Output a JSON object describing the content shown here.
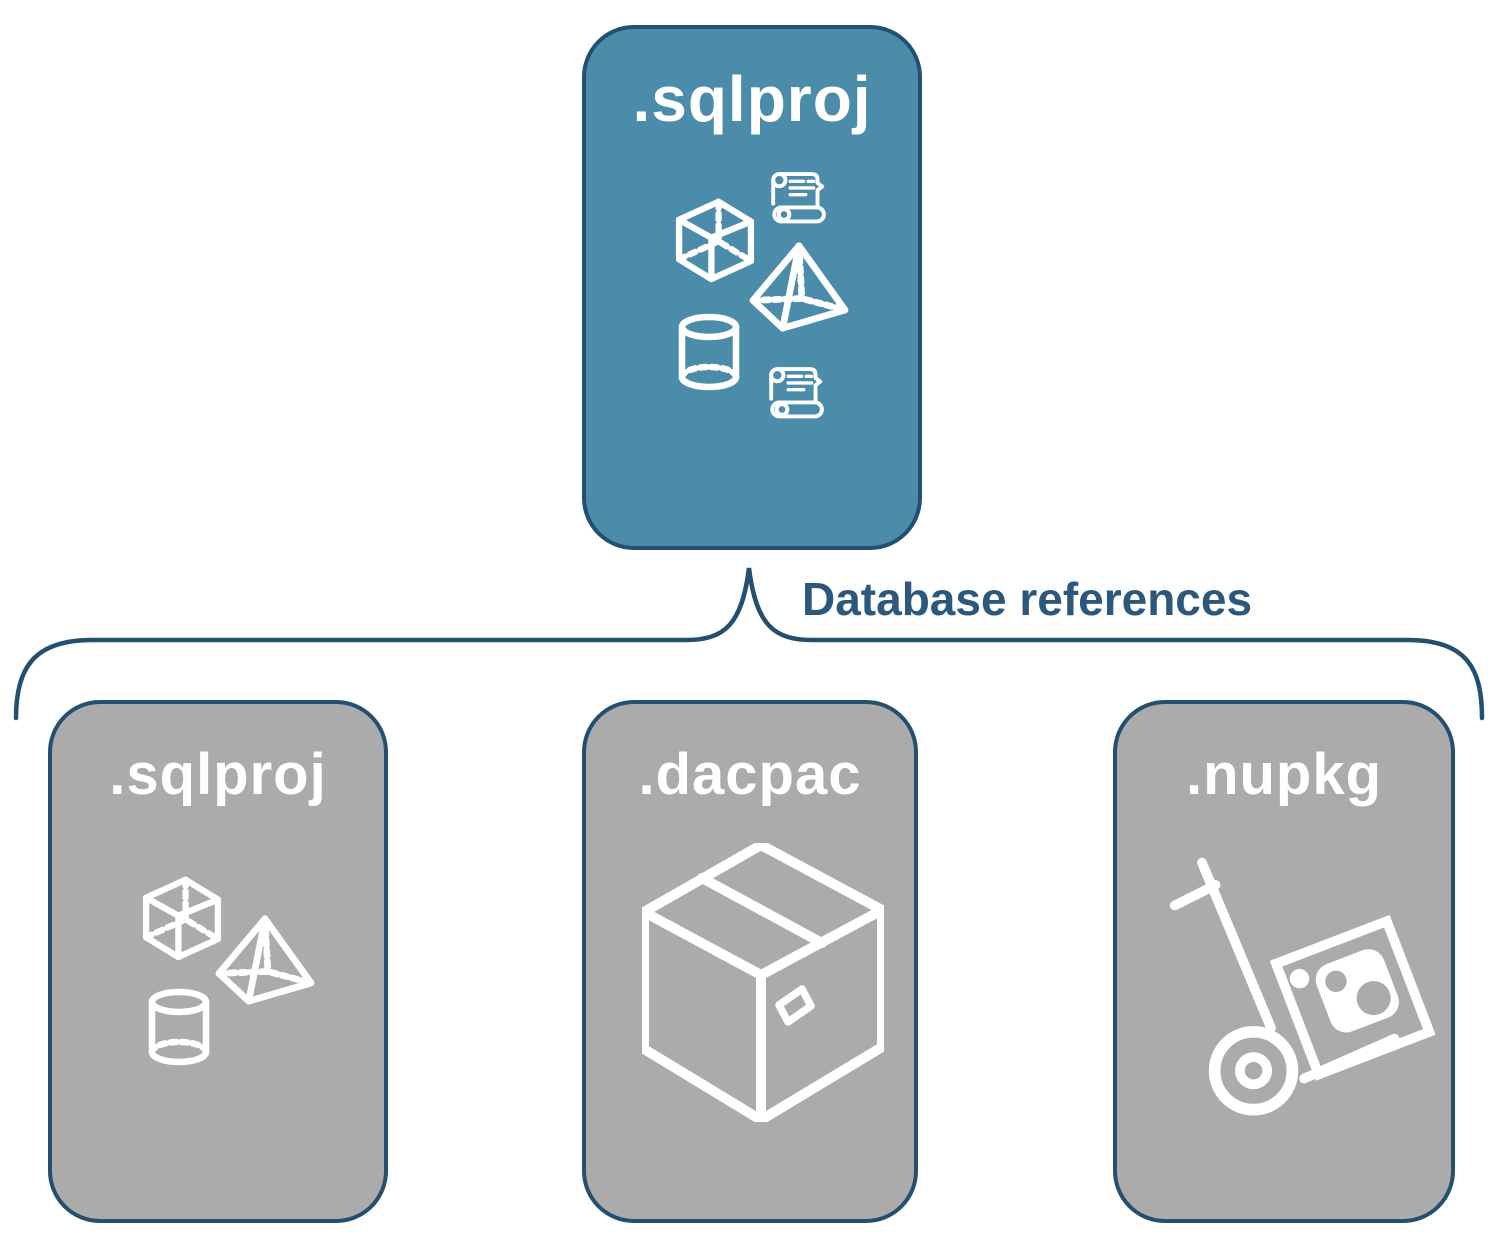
{
  "diagram": {
    "heading": "Database references",
    "root_node": {
      "label": ".sqlproj",
      "icons": [
        "cube-icon",
        "scroll-icon",
        "pyramid-icon",
        "cylinder-icon",
        "scroll-icon"
      ]
    },
    "child_nodes": [
      {
        "label": ".sqlproj",
        "icons": [
          "cube-icon",
          "pyramid-icon",
          "cylinder-icon"
        ]
      },
      {
        "label": ".dacpac",
        "icons": [
          "package-box-icon"
        ]
      },
      {
        "label": ".nupkg",
        "icons": [
          "nuget-hand-truck-icon"
        ]
      }
    ],
    "colors": {
      "background": "#FFFFFF",
      "root_fill": "#4B8CAA",
      "child_fill": "#ABABAB",
      "outline": "#234F70",
      "heading_text": "#2B587C",
      "label_text": "#FFFFFF",
      "icon_stroke": "#FFFFFF"
    }
  }
}
